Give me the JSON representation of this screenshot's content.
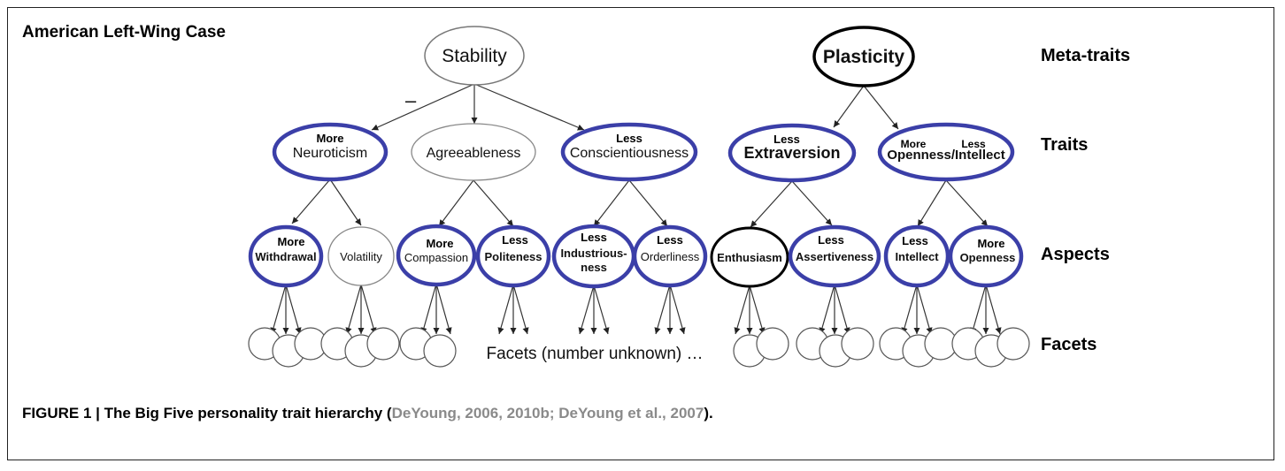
{
  "title": "American Left-Wing Case",
  "levels": {
    "meta": "Meta-traits",
    "traits": "Traits",
    "aspects": "Aspects",
    "facets": "Facets"
  },
  "minus_sign": "–",
  "meta_traits": [
    {
      "name": "Stability"
    },
    {
      "name": "Plasticity"
    }
  ],
  "traits": [
    {
      "name": "Neuroticism",
      "tag": "More"
    },
    {
      "name": "Agreeableness",
      "tag": ""
    },
    {
      "name": "Conscientiousness",
      "tag": "Less"
    },
    {
      "name": "Extraversion",
      "tag": "Less"
    },
    {
      "name": "Openness/Intellect",
      "tag": "More",
      "tag2": "Less"
    }
  ],
  "aspects": [
    {
      "name": "Withdrawal",
      "tag": "More"
    },
    {
      "name": "Volatility",
      "tag": ""
    },
    {
      "name": "Compassion",
      "tag": "More"
    },
    {
      "name": "Politeness",
      "tag": "Less"
    },
    {
      "name": "Industrious-",
      "name2": "ness",
      "tag": "Less"
    },
    {
      "name": "Orderliness",
      "tag": "Less"
    },
    {
      "name": "Enthusiasm",
      "tag": ""
    },
    {
      "name": "Assertiveness",
      "tag": "Less"
    },
    {
      "name": "Intellect",
      "tag": "Less"
    },
    {
      "name": "Openness",
      "tag": "More"
    }
  ],
  "facets_note": "Facets (number unknown) …",
  "caption": {
    "main": "FIGURE 1 | The Big Five personality trait hierarchy (",
    "cite": "DeYoung, 2006, 2010b; DeYoung et al., 2007",
    "end": ")."
  },
  "colors": {
    "highlight": "#3b3fa8",
    "plain": "#888888",
    "black": "#000000"
  }
}
